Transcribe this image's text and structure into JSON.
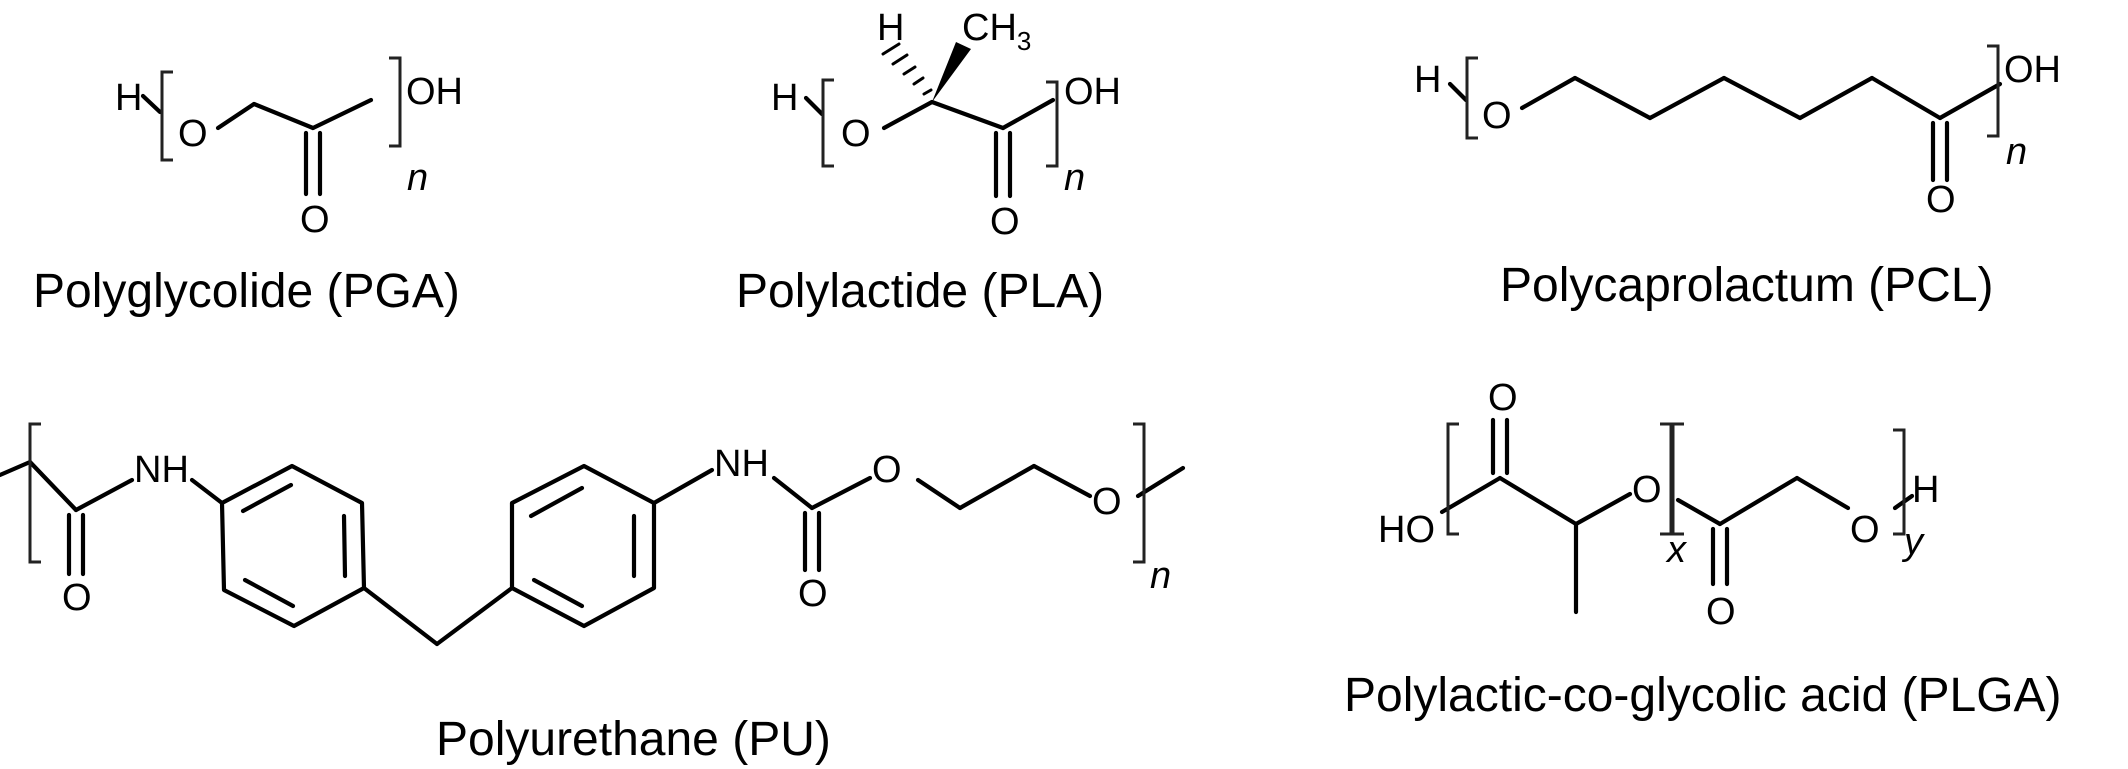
{
  "structures": {
    "pga": {
      "name": "Polyglycolide (PGA)",
      "atoms": {
        "h": "H",
        "o": "O",
        "oh": "OH",
        "carbonyl_o": "O"
      },
      "repeat_index": "n"
    },
    "pla": {
      "name": "Polylactide (PLA)",
      "atoms": {
        "h": "H",
        "o": "O",
        "oh": "OH",
        "carbonyl_o": "O",
        "stereo_h": "H",
        "methyl": "CH",
        "methyl_sub": "3"
      },
      "repeat_index": "n"
    },
    "pcl": {
      "name": "Polycaprolactum (PCL)",
      "atoms": {
        "h": "H",
        "o": "O",
        "oh": "OH",
        "carbonyl_o": "O"
      },
      "repeat_index": "n"
    },
    "pu": {
      "name": "Polyurethane (PU)",
      "atoms": {
        "nh_left": "NH",
        "carbonyl_o_left": "O",
        "nh_right": "NH",
        "carbonyl_o_right": "O",
        "ester_o": "O",
        "ether_o": "O"
      },
      "repeat_index": "n"
    },
    "plga": {
      "name": "Polylactic-co-glycolic acid (PLGA)",
      "atoms": {
        "ho": "HO",
        "carbonyl_o_top": "O",
        "ring_o": "O",
        "carbonyl_o_bottom": "O",
        "end_o": "O",
        "h": "H"
      },
      "index_x": "x",
      "index_y": "y"
    }
  }
}
